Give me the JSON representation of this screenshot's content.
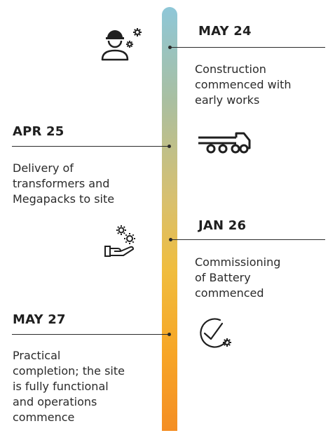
{
  "milestones": [
    {
      "date": "MAY 24",
      "lines": [
        "Construction",
        "commenced with",
        "early works"
      ],
      "icon": "worker-with-gears-icon"
    },
    {
      "date": "APR 25",
      "lines": [
        "Delivery of",
        "transformers and",
        "Megapacks to site"
      ],
      "icon": "truck-icon"
    },
    {
      "date": "JAN 26",
      "lines": [
        "Commissioning",
        "of Battery",
        "commenced"
      ],
      "icon": "hand-with-gears-icon"
    },
    {
      "date": "MAY 27",
      "lines": [
        "Practical",
        "completion; the site",
        "is fully functional",
        "and operations",
        "commence"
      ],
      "icon": "check-gear-icon"
    }
  ],
  "colors": {
    "timeline_top": "#8ec7d8",
    "timeline_bottom": "#f48e24",
    "text": "#1f1f1f"
  }
}
